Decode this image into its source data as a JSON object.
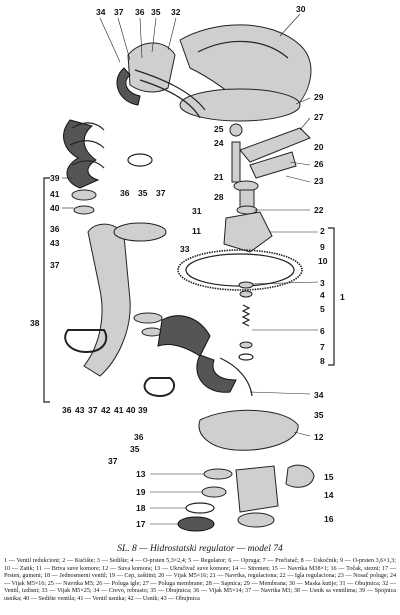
{
  "caption": "SL. 8 — Hidrostatski regulator — model 74",
  "legend": "1 — Ventil redukcioni; 2 — Kućište; 3 — Sedište; 4 — O-prsten 5,3×2,4; 5 — Regulator; 6 — Opruga; 7 — Prečistač; 8 — Uskočnik; 9 — O-prsten 3,6×1,3; 10 — Zatik; 11 — Brtva suve komore; 12 — Suva komora; 13 — Ukručivač suve komore; 14 — Stremen; 15 — Navrtka M38×1; 16 — Točak, stezni; 17 — Prsten, gumeni; 18 — Jednosmerni ventil; 19 — Cep, zaštitni; 20 — Vijak M5×16; 21 — Navrtka, regulaciona; 22 — Igla regulaciona; 23 — Nosač poluge; 24 — Vijak M5×16; 25 — Navrtka M5; 26 — Poluga igle; 27 — Poluga membrane; 28 — Sapnica; 29 — Membrana; 30 — Maska kutije; 31 — Obujmica; 32 — Ventil, izdisni; 33 — Vijak M5×25; 34 — Crevo, rebrasto; 35 — Obujmica; 36 — Vijak M5×14; 37 — Navrtka M3; 38 — Usnik sa ventilima; 39 — Spojnica usnika; 40 — Sedište ventila; 41 — Ventil usnika; 42 — Usnik; 43 — Obujmica",
  "labels": {
    "top": [
      "34",
      "37",
      "36",
      "35",
      "32",
      "30"
    ],
    "right_upper": [
      "29",
      "27",
      "25",
      "20",
      "24",
      "26",
      "21",
      "23",
      "28",
      "22"
    ],
    "left_mid": [
      "39",
      "41",
      "40",
      "36",
      "43",
      "37"
    ],
    "center": [
      "31",
      "11",
      "33"
    ],
    "right_mid": [
      "2",
      "9",
      "10",
      "3",
      "4",
      "5",
      "6",
      "7",
      "8",
      "1"
    ],
    "small_clamp": [
      "36",
      "35",
      "37"
    ],
    "bottom_left": [
      "38",
      "36",
      "43",
      "37",
      "42",
      "41",
      "40",
      "39"
    ],
    "bottom_center": [
      "36",
      "35",
      "37"
    ],
    "right_low": [
      "34",
      "35",
      "12"
    ],
    "bottom_right": [
      "13",
      "19",
      "18",
      "17",
      "15",
      "14",
      "16"
    ]
  }
}
